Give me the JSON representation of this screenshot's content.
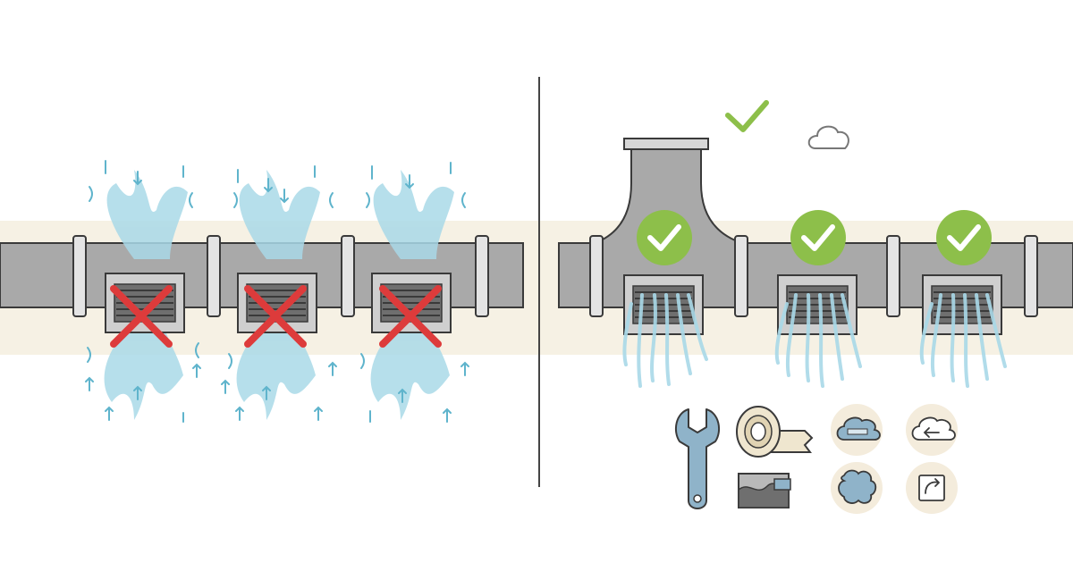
{
  "colors": {
    "background": "#ffffff",
    "wall_band": "#f6f1e4",
    "duct_fill": "#a9a9a9",
    "duct_stroke": "#3a3a3a",
    "clamp_fill": "#e4e4e4",
    "water": "#a9d9e8",
    "water_dark": "#5fb4cc",
    "cross": "#dd3b3b",
    "check_bg": "#8dbf4a",
    "check_stroke": "#ffffff",
    "check_green": "#8dbf4a",
    "divider": "#444444",
    "tool_blue": "#8fb3c9",
    "tool_circle": "#f4ecdc"
  },
  "left_panel": {
    "status": "blocked",
    "vents": [
      {
        "status": "blocked",
        "icon": "cross-icon"
      },
      {
        "status": "blocked",
        "icon": "cross-icon"
      },
      {
        "status": "blocked",
        "icon": "cross-icon"
      }
    ]
  },
  "right_panel": {
    "status": "ok",
    "top_check_icon": "check-icon",
    "cloud_icon": "cloud-icon",
    "vents": [
      {
        "status": "ok",
        "icon": "check-badge-icon"
      },
      {
        "status": "ok",
        "icon": "check-badge-icon"
      },
      {
        "status": "ok",
        "icon": "check-badge-icon"
      }
    ],
    "tools": [
      {
        "icon": "wrench-icon"
      },
      {
        "icon": "tape-roll-icon"
      },
      {
        "icon": "sealant-brush-icon"
      },
      {
        "icon": "cloud-filter-icon"
      },
      {
        "icon": "cloud-back-icon"
      },
      {
        "icon": "filter-pad-icon"
      },
      {
        "icon": "rotate-icon"
      }
    ]
  }
}
